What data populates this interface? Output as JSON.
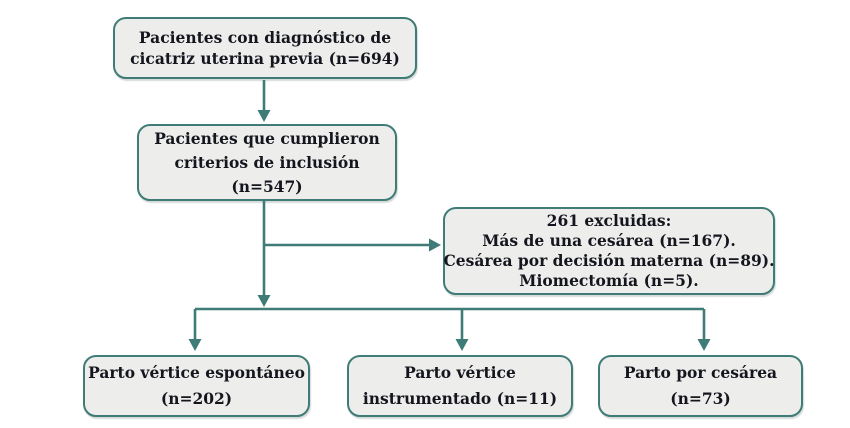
{
  "colors": {
    "accent_teal": "#3F7B77",
    "box_fill": "#EDEEEC",
    "text": "#15151E",
    "background": "#FFFFFF"
  },
  "flowchart": {
    "diagnosis_box": {
      "lines": [
        "Pacientes con diagnóstico de",
        "cicatriz uterina previa (n=694)"
      ]
    },
    "inclusion_box": {
      "lines": [
        "Pacientes que cumplieron",
        "criterios de inclusión",
        "(n=547)"
      ]
    },
    "excluded_box": {
      "lines": [
        "261 excluidas:",
        "Más de una cesárea (n=167).",
        "Cesárea por decisión materna (n=89).",
        "Miomectomía (n=5)."
      ]
    },
    "spontaneous_box": {
      "lines": [
        "Parto vértice espontáneo",
        "(n=202)"
      ]
    },
    "instrumented_box": {
      "lines": [
        "Parto vértice",
        "instrumentado (n=11)"
      ]
    },
    "cesarean_box": {
      "lines": [
        "Parto por cesárea",
        "(n=73)"
      ]
    }
  }
}
